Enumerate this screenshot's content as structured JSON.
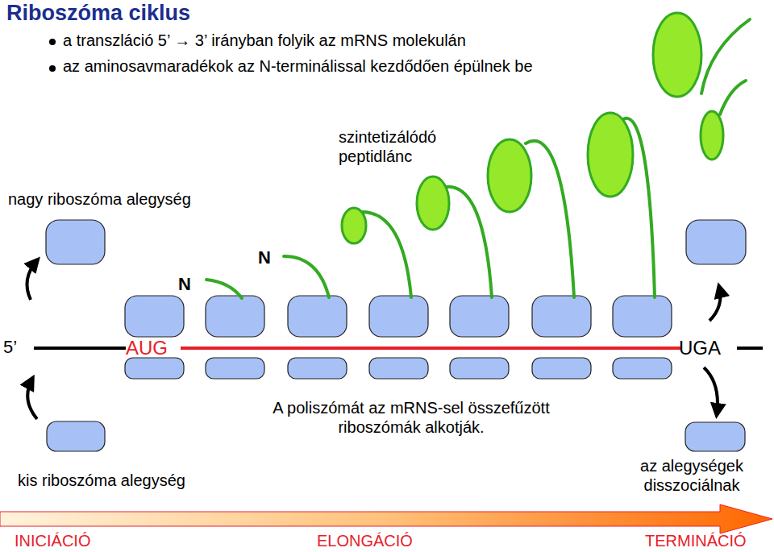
{
  "diagram": {
    "title": "Riboszóma ciklus",
    "labels": [
      "a transzláció 5’ → 3’ irányban folyik az mRNS molekulán",
      "az aminosavmaradékok az N-terminálissal kezdődően épülnek be",
      "nagy riboszóma alegység",
      "szintetizálódó peptidlánc",
      "N",
      "N",
      "5’",
      "AUG",
      "UGA",
      "A poliszómát az mRNS-sel összefűzött riboszómák alkotják.",
      "kis riboszóma alegység",
      "az alegységek disszociálnak",
      "INICIÁCIÓ",
      "ELONGÁCIÓ",
      "TERMINÁCIÓ"
    ]
  }
}
